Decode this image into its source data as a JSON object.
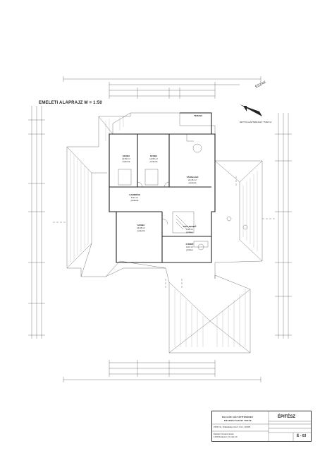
{
  "drawing": {
    "title": "EMELETI ALAPRAJZ M = 1:50",
    "north_label": "ÉSZAK",
    "area_note": "NETTÓ ALAPTERÜLET: 75,88 m²"
  },
  "rooms": [
    {
      "name": "SZOBA",
      "area": "12,83 m²",
      "floor": "parketta"
    },
    {
      "name": "SZOBA",
      "area": "12,96 m²",
      "floor": "parketta"
    },
    {
      "name": "GARDRÓB",
      "area": "5,61 m²",
      "floor": "parketta"
    },
    {
      "name": "TERASZ",
      "area": "",
      "floor": ""
    },
    {
      "name": "TÁRSALGÓ",
      "area": "22,45 m²",
      "floor": "parketta"
    },
    {
      "name": "SZOBA",
      "area": "14,08 m²",
      "floor": "parketta"
    },
    {
      "name": "KÖZLEKEDŐ",
      "area": "3,92 m²",
      "floor": "járólap"
    },
    {
      "name": "FÜRDŐ",
      "area": "4,03 m²",
      "floor": "járólap"
    }
  ],
  "sheet_label": "EMELETI ALAPRAJZ",
  "title_block": {
    "title_line1": "EGALÁDI HÁZ ÉPÍTÉSÉNEK",
    "title_line2": "ENGEDÉLYEZÉSI TERVE",
    "logo": "ÉPITÉSZ",
    "address": "2151 Fót, Szabadság utca 3. hrsz. 1234/5",
    "client_line1": "Építtető: Kovács István",
    "client_line2": "1145 Budapest, Fő utca 10.",
    "sheet_number": "É - 03"
  }
}
